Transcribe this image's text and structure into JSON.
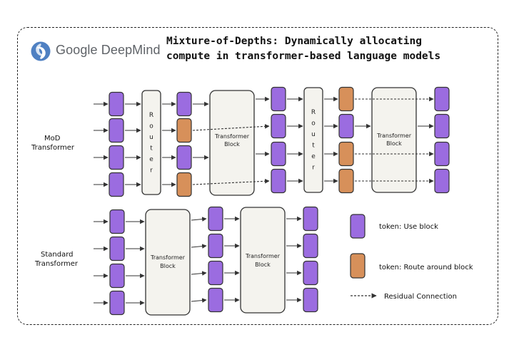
{
  "header": {
    "brand": "Google DeepMind",
    "logo_icon": "deepmind-logo-icon",
    "title_line1": "Mixture-of-Depths: Dynamically allocating",
    "title_line2": "compute in transformer-based language models"
  },
  "colors": {
    "use_block": "#9b6ce0",
    "route_around": "#d7905a",
    "block_fill": "#f4f3ee",
    "stroke": "#333333"
  },
  "mod": {
    "label_line1": "MoD",
    "label_line2": "Transformer",
    "router_label": "Router",
    "block_label_line1": "Transformer",
    "block_label_line2": "Block",
    "layer1_tokens": [
      "use",
      "route",
      "use",
      "route"
    ],
    "layer2_tokens": [
      "route",
      "use",
      "route",
      "route"
    ]
  },
  "standard": {
    "label_line1": "Standard",
    "label_line2": "Transformer",
    "block_label_line1": "Transformer",
    "block_label_line2": "Block"
  },
  "legend": {
    "use_block": "token: Use block",
    "route_around": "token: Route around block",
    "residual": "Residual Connection"
  }
}
